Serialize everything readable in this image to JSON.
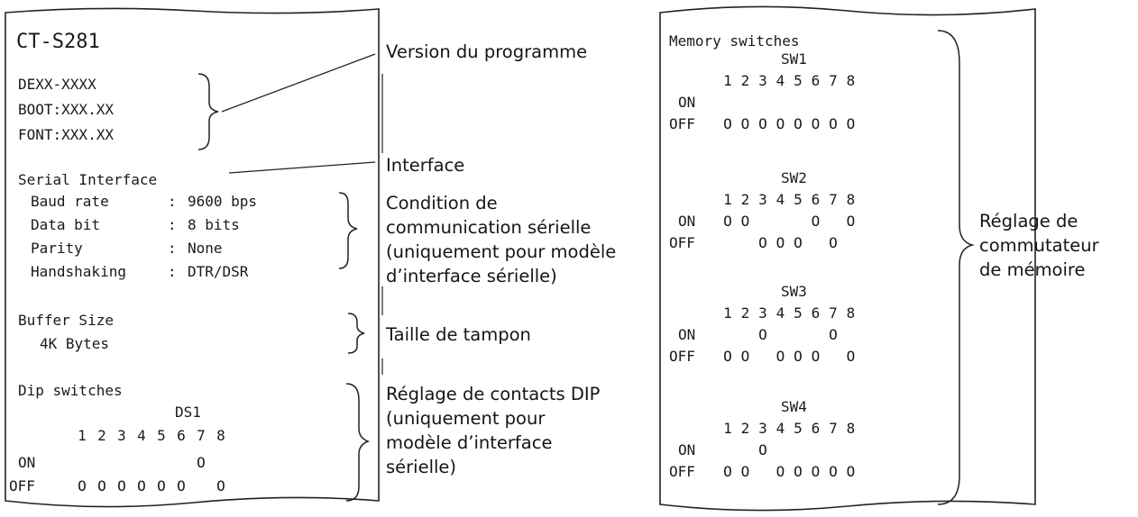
{
  "left_receipt": {
    "model": "CT-S281",
    "version_lines": [
      "DEXX-XXXX",
      "BOOT:XXX.XX",
      "FONT:XXX.XX"
    ],
    "serial_title": "Serial Interface",
    "serial_rows": [
      {
        "label": "Baud rate",
        "sep": ":",
        "value": "9600 bps"
      },
      {
        "label": "Data bit",
        "sep": ":",
        "value": "8 bits"
      },
      {
        "label": "Parity",
        "sep": ":",
        "value": "None"
      },
      {
        "label": "Handshaking",
        "sep": ":",
        "value": "DTR/DSR"
      }
    ],
    "buffer_title": "Buffer Size",
    "buffer_value": "4K Bytes",
    "dip_title": "Dip switches",
    "dip_group": {
      "name": "DS1",
      "numbers": [
        "1",
        "2",
        "3",
        "4",
        "5",
        "6",
        "7",
        "8"
      ],
      "on_label": "ON",
      "off_label": "OFF",
      "on": [
        7
      ],
      "off": [
        1,
        2,
        3,
        4,
        5,
        6,
        8
      ]
    }
  },
  "right_receipt": {
    "title": "Memory switches",
    "on_label": "ON",
    "off_label": "OFF",
    "numbers": [
      "1",
      "2",
      "3",
      "4",
      "5",
      "6",
      "7",
      "8"
    ],
    "groups": [
      {
        "name": "SW1",
        "on": [],
        "off": [
          1,
          2,
          3,
          4,
          5,
          6,
          7,
          8
        ]
      },
      {
        "name": "SW2",
        "on": [
          1,
          2,
          6,
          8
        ],
        "off": [
          3,
          4,
          5,
          7
        ]
      },
      {
        "name": "SW3",
        "on": [
          3,
          7
        ],
        "off": [
          1,
          2,
          4,
          5,
          6,
          8
        ]
      },
      {
        "name": "SW4",
        "on": [
          3
        ],
        "off": [
          1,
          2,
          4,
          5,
          6,
          7,
          8
        ]
      }
    ],
    "mark": "O"
  },
  "annotations": {
    "version": "Version du programme",
    "interface": "Interface",
    "serial": [
      "Condition de",
      "communication sérielle",
      "(uniquement pour modèle",
      "d’interface sérielle)"
    ],
    "buffer": "Taille de tampon",
    "dip": [
      "Réglage de contacts DIP",
      "(uniquement pour",
      "modèle d’interface",
      "sérielle)"
    ],
    "memory": [
      "Réglage de",
      "commutateur",
      "de mémoire"
    ]
  }
}
